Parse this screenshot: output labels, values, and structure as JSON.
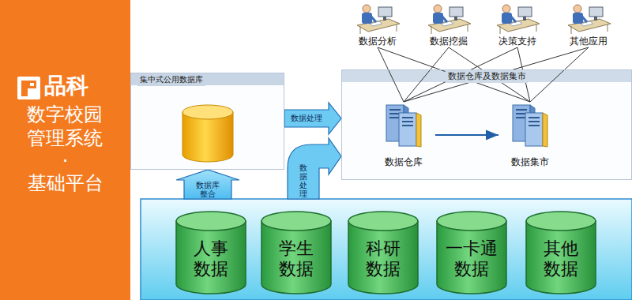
{
  "diagram": {
    "nodes": [
      {
        "text": [
          "品科",
          "数字校园 管理系统",
          "·",
          "基础平台"
        ]
      },
      {
        "text": [
          "数据分析"
        ]
      },
      {
        "text": [
          "数据挖掘"
        ]
      },
      {
        "text": [
          "决策支持"
        ]
      },
      {
        "text": [
          "其他应用"
        ]
      },
      {
        "text": [
          "集中式公用数据库"
        ]
      },
      {
        "text": [
          "数据仓库及数据集市"
        ]
      },
      {
        "text": [
          "数据仓库"
        ],
        "in": 6
      },
      {
        "text": [
          "数据集市"
        ],
        "in": 6
      },
      {
        "text": []
      },
      {
        "text": [
          "人事 数据"
        ],
        "in": 9
      },
      {
        "text": [
          "学生 数据"
        ],
        "in": 9
      },
      {
        "text": [
          "科研 数据"
        ],
        "in": 9
      },
      {
        "text": [
          "一卡通 数据"
        ],
        "in": 9
      },
      {
        "text": [
          "其他 数据"
        ],
        "in": 9
      }
    ],
    "edges": [
      {
        "from": 9,
        "to": 5,
        "label": "数据库 整合",
        "arrow": "to"
      },
      {
        "from": 5,
        "to": 6,
        "label": "数据处理",
        "arrow": "to"
      },
      {
        "from": 9,
        "to": 6,
        "label": "数据处理",
        "arrow": "to"
      },
      {
        "from": 7,
        "to": 8,
        "arrow": "to"
      },
      {
        "from": 7,
        "to": 1,
        "arrow": "none"
      },
      {
        "from": 7,
        "to": 2,
        "arrow": "none"
      },
      {
        "from": 7,
        "to": 3,
        "arrow": "none"
      },
      {
        "from": 7,
        "to": 4,
        "arrow": "none"
      },
      {
        "from": 8,
        "to": 1,
        "arrow": "none"
      },
      {
        "from": 8,
        "to": 2,
        "arrow": "none"
      },
      {
        "from": 8,
        "to": 3,
        "arrow": "none"
      },
      {
        "from": 8,
        "to": 4,
        "arrow": "none"
      }
    ]
  }
}
